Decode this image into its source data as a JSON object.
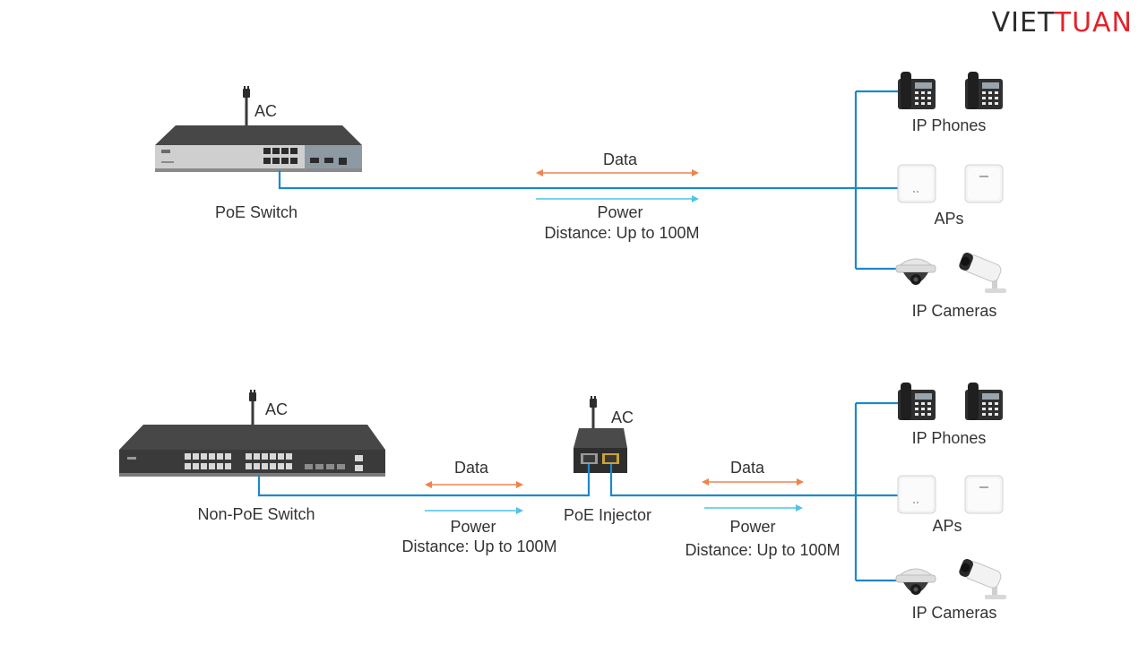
{
  "brand": {
    "part1": "VIET",
    "part2": "TUAN",
    "color_dark": "#2b2b2b",
    "color_red": "#e0242b"
  },
  "colors": {
    "cable": "#1e88c8",
    "data_arrow": "#f0834a",
    "power_arrow": "#4fc3e8",
    "device_dark": "#3a3a3a",
    "device_light": "#d9d9d9"
  },
  "top": {
    "ac_label": "AC",
    "switch_label": "PoE Switch",
    "data_label": "Data",
    "power_label": "Power",
    "distance_label": "Distance: Up to 100M",
    "phones_label": "IP Phones",
    "aps_label": "APs",
    "cameras_label": "IP Cameras"
  },
  "bottom": {
    "ac_label_switch": "AC",
    "ac_label_injector": "AC",
    "switch_label": "Non-PoE Switch",
    "injector_label": "PoE Injector",
    "data_label_left": "Data",
    "power_label_left": "Power",
    "distance_label_left": "Distance: Up to 100M",
    "data_label_right": "Data",
    "power_label_right": "Power",
    "distance_label_right": "Distance: Up to 100M",
    "phones_label": "IP Phones",
    "aps_label": "APs",
    "cameras_label": "IP Cameras"
  }
}
